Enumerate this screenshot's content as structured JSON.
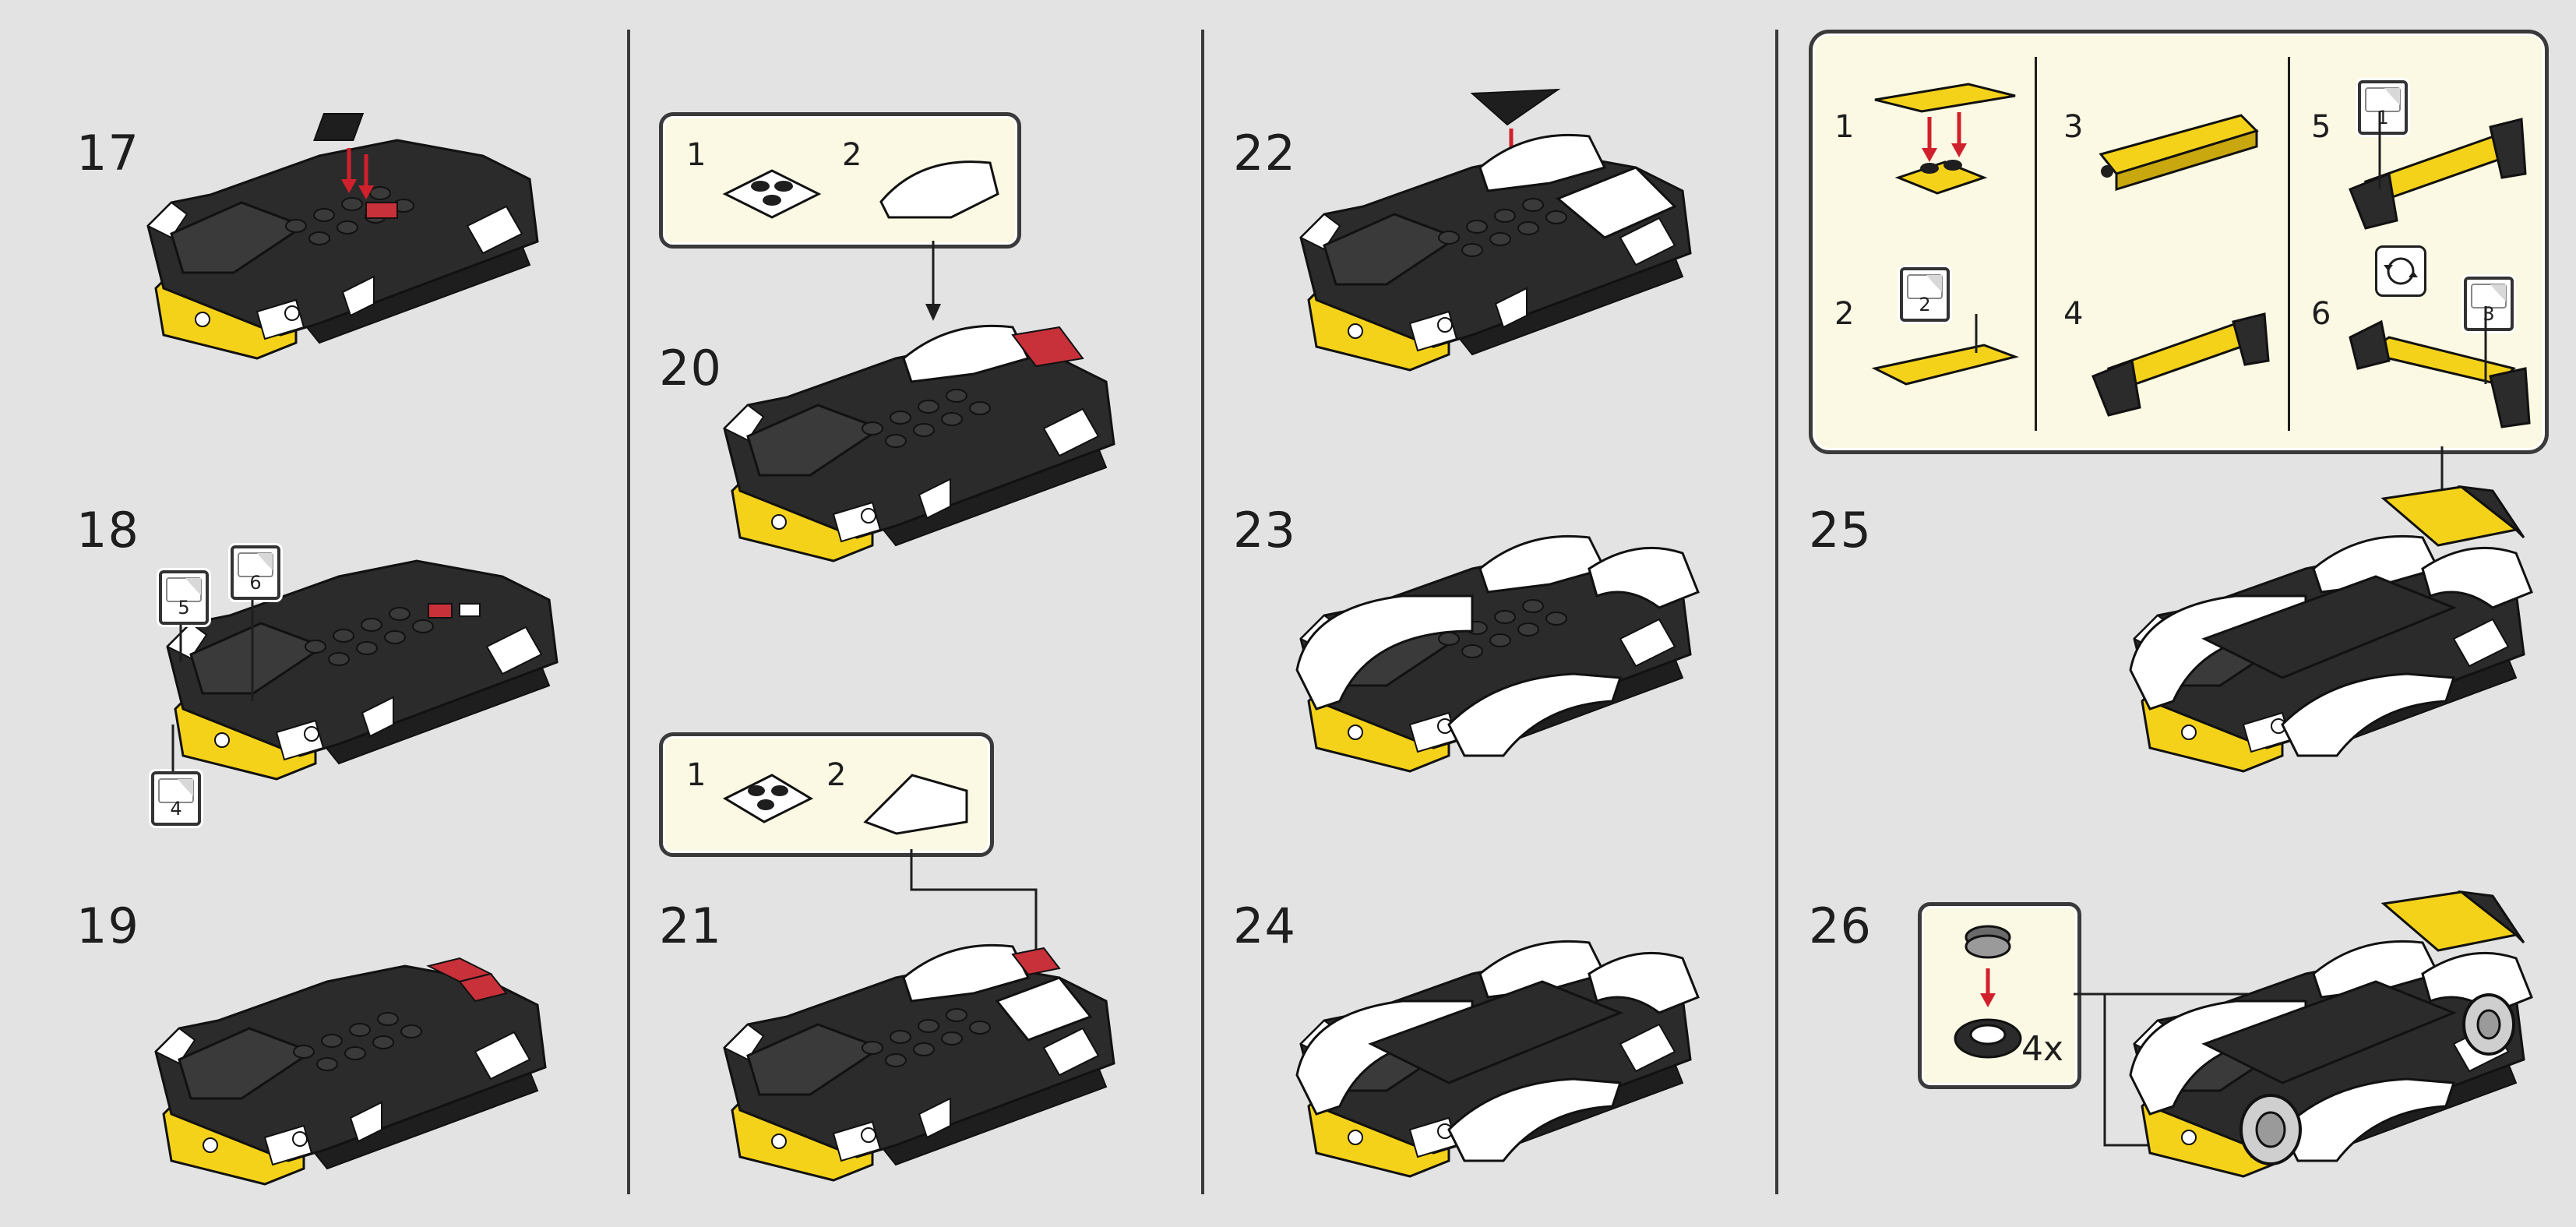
{
  "steps": [
    {
      "number": "17"
    },
    {
      "number": "18"
    },
    {
      "number": "19"
    },
    {
      "number": "20"
    },
    {
      "number": "21"
    },
    {
      "number": "22"
    },
    {
      "number": "23"
    },
    {
      "number": "24"
    },
    {
      "number": "25"
    },
    {
      "number": "26"
    }
  ],
  "step18_stickers": [
    "5",
    "6",
    "4"
  ],
  "step20_callout": {
    "sub_steps": [
      "1",
      "2"
    ]
  },
  "step21_callout": {
    "sub_steps": [
      "1",
      "2"
    ]
  },
  "step25_callout": {
    "sub_steps": [
      "1",
      "2",
      "3",
      "4",
      "5",
      "6"
    ],
    "stickers": [
      "2",
      "1",
      "3"
    ]
  },
  "step26_callout": {
    "quantity": "4x"
  },
  "colors": {
    "background": "#e3e3e3",
    "callout_bg": "#fbf9e3",
    "brick_black": "#2b2b2b",
    "brick_white": "#ffffff",
    "brick_yellow": "#f5d21a",
    "brick_red": "#c8303a",
    "arrow_red": "#d0202c",
    "line": "#1e1e1e"
  }
}
